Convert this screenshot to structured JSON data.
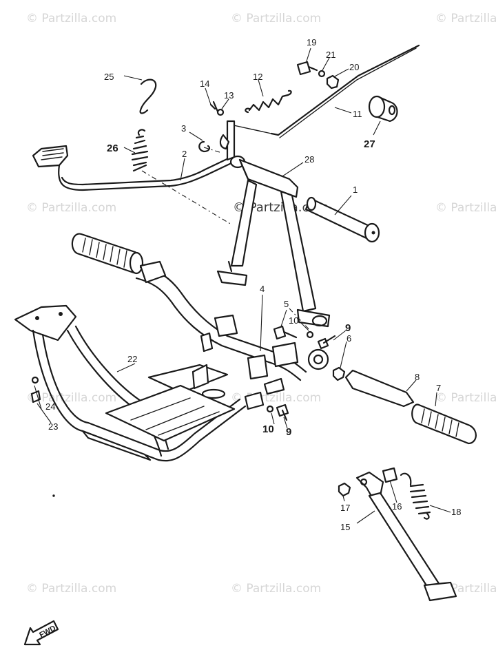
{
  "watermark": "© Partzilla.com",
  "fwd_label": "FWD",
  "callouts": {
    "c1": "1",
    "c2": "2",
    "c3": "3",
    "c4": "4",
    "c5": "5",
    "c6": "6",
    "c7": "7",
    "c8": "8",
    "c9a": "9",
    "c9b": "9",
    "c10a": "10",
    "c10b": "10",
    "c11": "11",
    "c12": "12",
    "c13": "13",
    "c14": "14",
    "c15": "15",
    "c16": "16",
    "c17": "17",
    "c18": "18",
    "c19": "19",
    "c20": "20",
    "c21": "21",
    "c22": "22",
    "c23": "23",
    "c24": "24",
    "c25": "25",
    "c26": "26",
    "c27": "27",
    "c28": "28"
  }
}
